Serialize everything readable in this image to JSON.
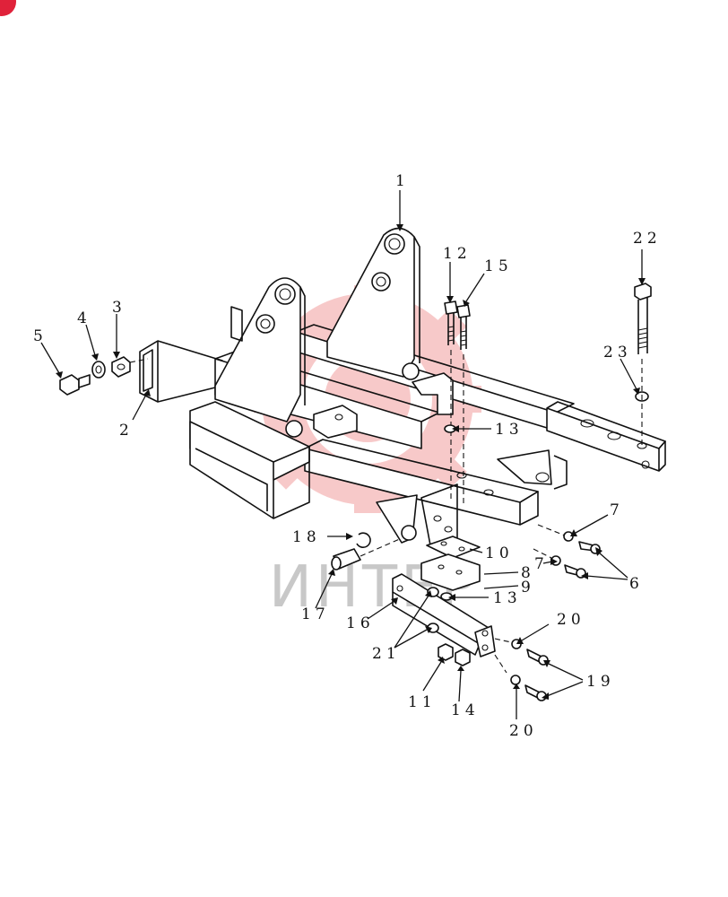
{
  "watermark": {
    "text": "ИНТЕР",
    "color": "#e87070"
  },
  "callouts": {
    "c1": "1",
    "c2": "2",
    "c3": "3",
    "c4": "4",
    "c5": "5",
    "c6": "6",
    "c7a": "7",
    "c7b": "7",
    "c8": "8",
    "c9": "9",
    "c10": "10",
    "c11": "11",
    "c12": "12",
    "c13a": "13",
    "c13b": "13",
    "c14": "14",
    "c15": "15",
    "c16": "16",
    "c17": "17",
    "c18": "18",
    "c19": "19",
    "c20a": "20",
    "c20b": "20",
    "c21": "21",
    "c22": "22",
    "c23": "23"
  }
}
